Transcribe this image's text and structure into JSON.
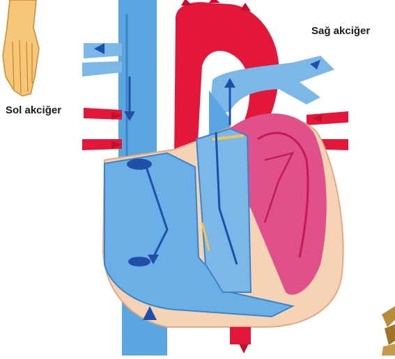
{
  "labels": {
    "right_lung": "Sağ akciğer",
    "left_lung": "Sol akciğer"
  },
  "colors": {
    "deoxygenated": "#5aa6e0",
    "deoxygenated_dark": "#1f4fa8",
    "oxygenated": "#e3173a",
    "myocardium": "#f7d3b5",
    "chamber_pink": "#e0508a",
    "background": "#ffffff"
  },
  "icons": [
    "hand-illustration",
    "plant-illustration",
    "flow-arrow-icon"
  ]
}
